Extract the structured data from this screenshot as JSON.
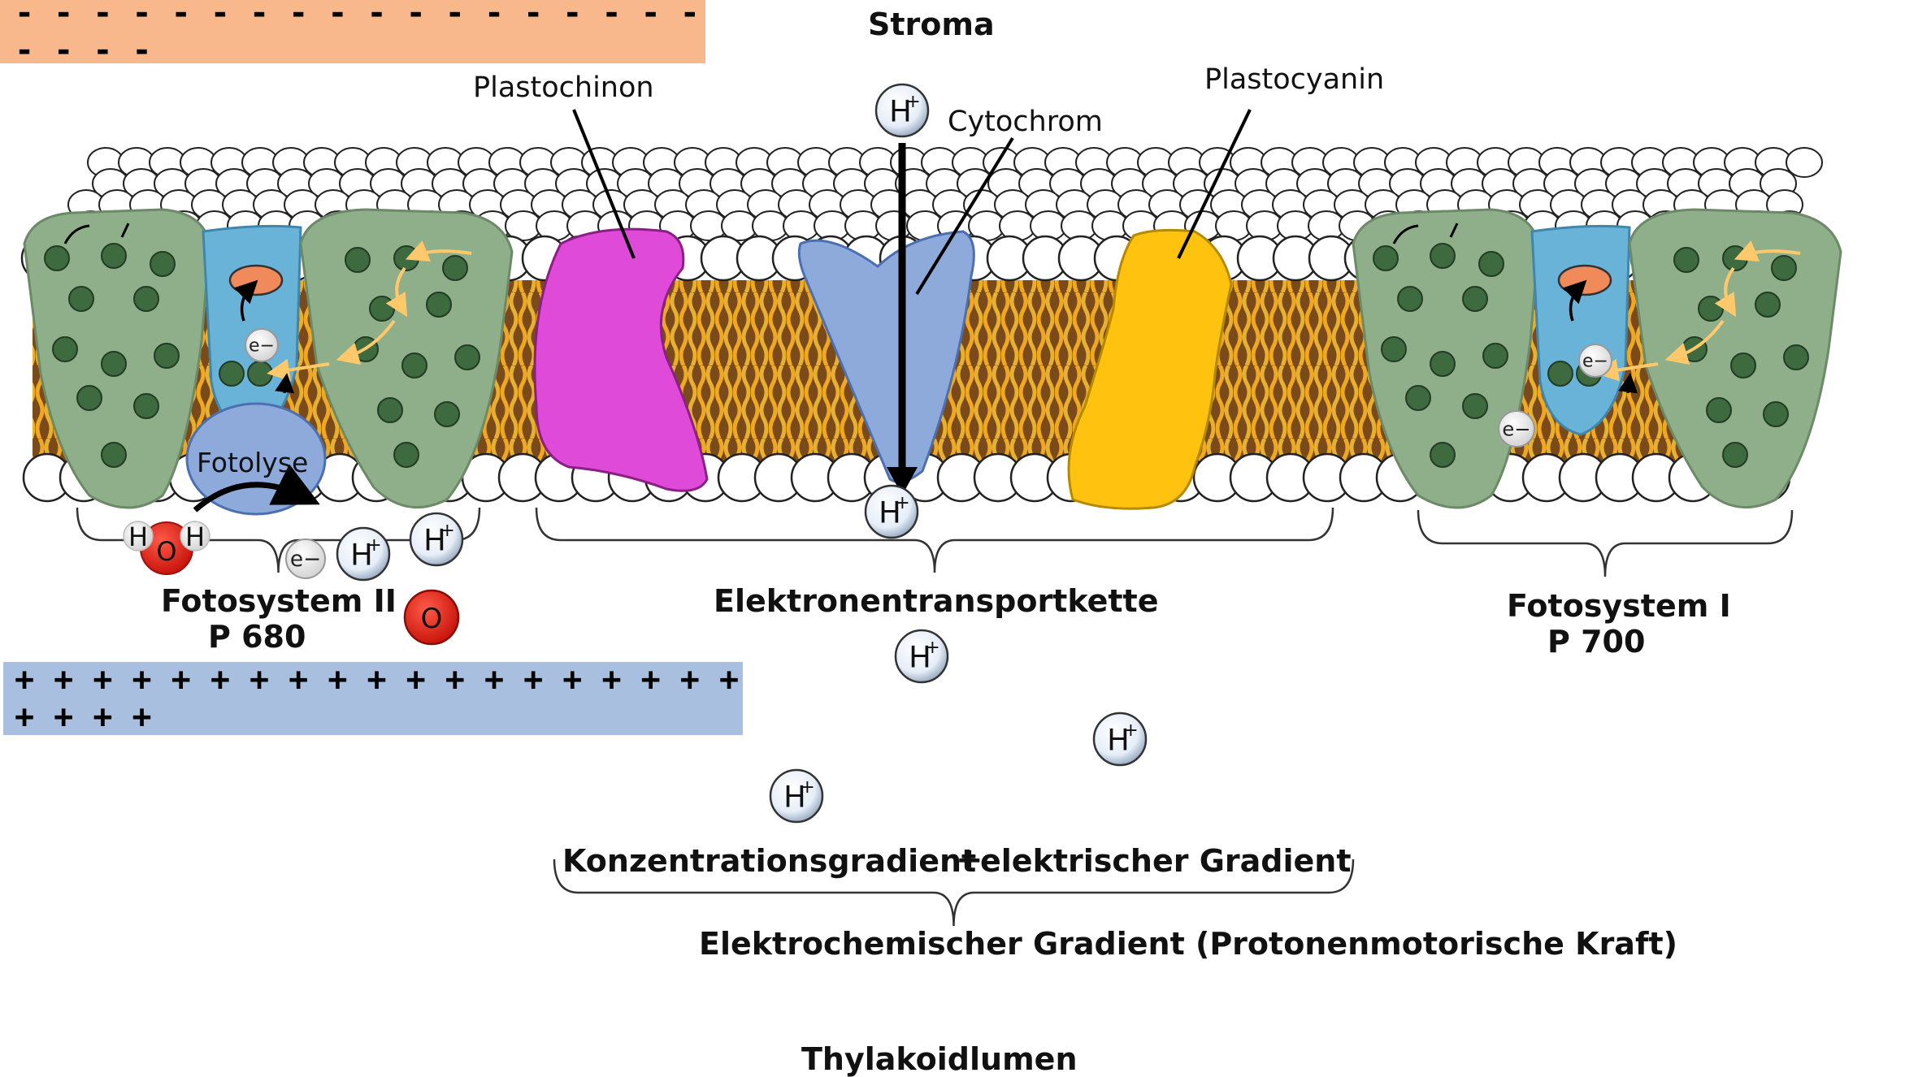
{
  "top_band": {
    "text": "- - - - - - - - - - - - - - - - - - - - - -",
    "color": "#f8b88b"
  },
  "bottom_band": {
    "text": "+ + + + + + + + + + + + + + + + + + + + + + +",
    "color": "#a8bfe0"
  },
  "labels": {
    "stroma": "Stroma",
    "plastochinon": "Plastochinon",
    "cytochrom": "Cytochrom",
    "plastocyanin": "Plastocyanin",
    "fotolyse": "Fotolyse",
    "ps2_name": "Fotosystem II",
    "ps2_code": "P 680",
    "etc": "Elektronentransportkette",
    "ps1_name": "Fotosystem I",
    "ps1_code": "P 700",
    "concentration_gradient": "Konzentrationsgradient",
    "plus": "+",
    "electric_gradient": "elektrischer Gradient",
    "electrochemical_gradient": "Elektrochemischer Gradient  (Protonenmotorische Kraft)",
    "lumen": "Thylakoidlumen"
  },
  "particles": {
    "proton": "H+",
    "electron": "e−",
    "oxygen": "O",
    "hydrogen": "H"
  },
  "colors": {
    "plastochinon": "#e04ad8",
    "cytochrom": "#8eaadb",
    "plastocyanin": "#ffc20e",
    "photosystem_green": "#8fae8a",
    "photosystem_blue": "#6ab3d8",
    "pigment": "#3d6b3f",
    "lipid_tail": "#f0a820",
    "membrane_core": "#7a4a1a",
    "oxygen": "#e3261c"
  }
}
